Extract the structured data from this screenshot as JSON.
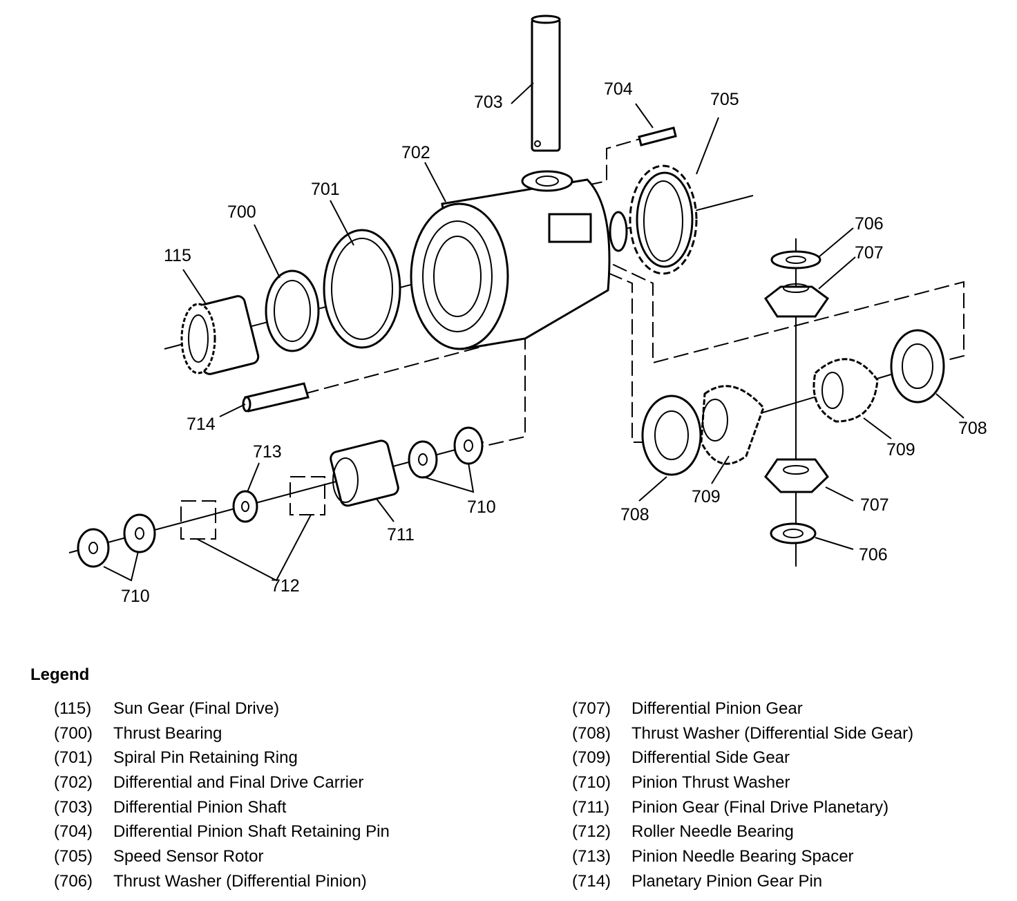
{
  "callouts": {
    "c703": "703",
    "c704": "704",
    "c705": "705",
    "c702": "702",
    "c701": "701",
    "c700": "700",
    "c115": "115",
    "c706a": "706",
    "c707a": "707",
    "c708a": "708",
    "c709a": "709",
    "c714": "714",
    "c713": "713",
    "c710a": "710",
    "c711": "711",
    "c712": "712",
    "c710b": "710",
    "c708b": "708",
    "c709b": "709",
    "c707b": "707",
    "c706b": "706"
  },
  "legend": {
    "title": "Legend",
    "left": [
      {
        "code": "(115)",
        "name": "Sun Gear (Final Drive)"
      },
      {
        "code": "(700)",
        "name": "Thrust Bearing"
      },
      {
        "code": "(701)",
        "name": "Spiral Pin Retaining Ring"
      },
      {
        "code": "(702)",
        "name": "Differential and Final Drive Carrier"
      },
      {
        "code": "(703)",
        "name": "Differential Pinion Shaft"
      },
      {
        "code": "(704)",
        "name": "Differential Pinion Shaft Retaining Pin"
      },
      {
        "code": "(705)",
        "name": "Speed Sensor Rotor"
      },
      {
        "code": "(706)",
        "name": "Thrust Washer (Differential Pinion)"
      }
    ],
    "right": [
      {
        "code": "(707)",
        "name": "Differential Pinion Gear"
      },
      {
        "code": "(708)",
        "name": "Thrust Washer (Differential Side Gear)"
      },
      {
        "code": "(709)",
        "name": "Differential Side Gear"
      },
      {
        "code": "(710)",
        "name": "Pinion Thrust Washer"
      },
      {
        "code": "(711)",
        "name": "Pinion Gear (Final Drive Planetary)"
      },
      {
        "code": "(712)",
        "name": "Roller Needle Bearing"
      },
      {
        "code": "(713)",
        "name": "Pinion Needle Bearing Spacer"
      },
      {
        "code": "(714)",
        "name": "Planetary Pinion Gear Pin"
      }
    ]
  }
}
